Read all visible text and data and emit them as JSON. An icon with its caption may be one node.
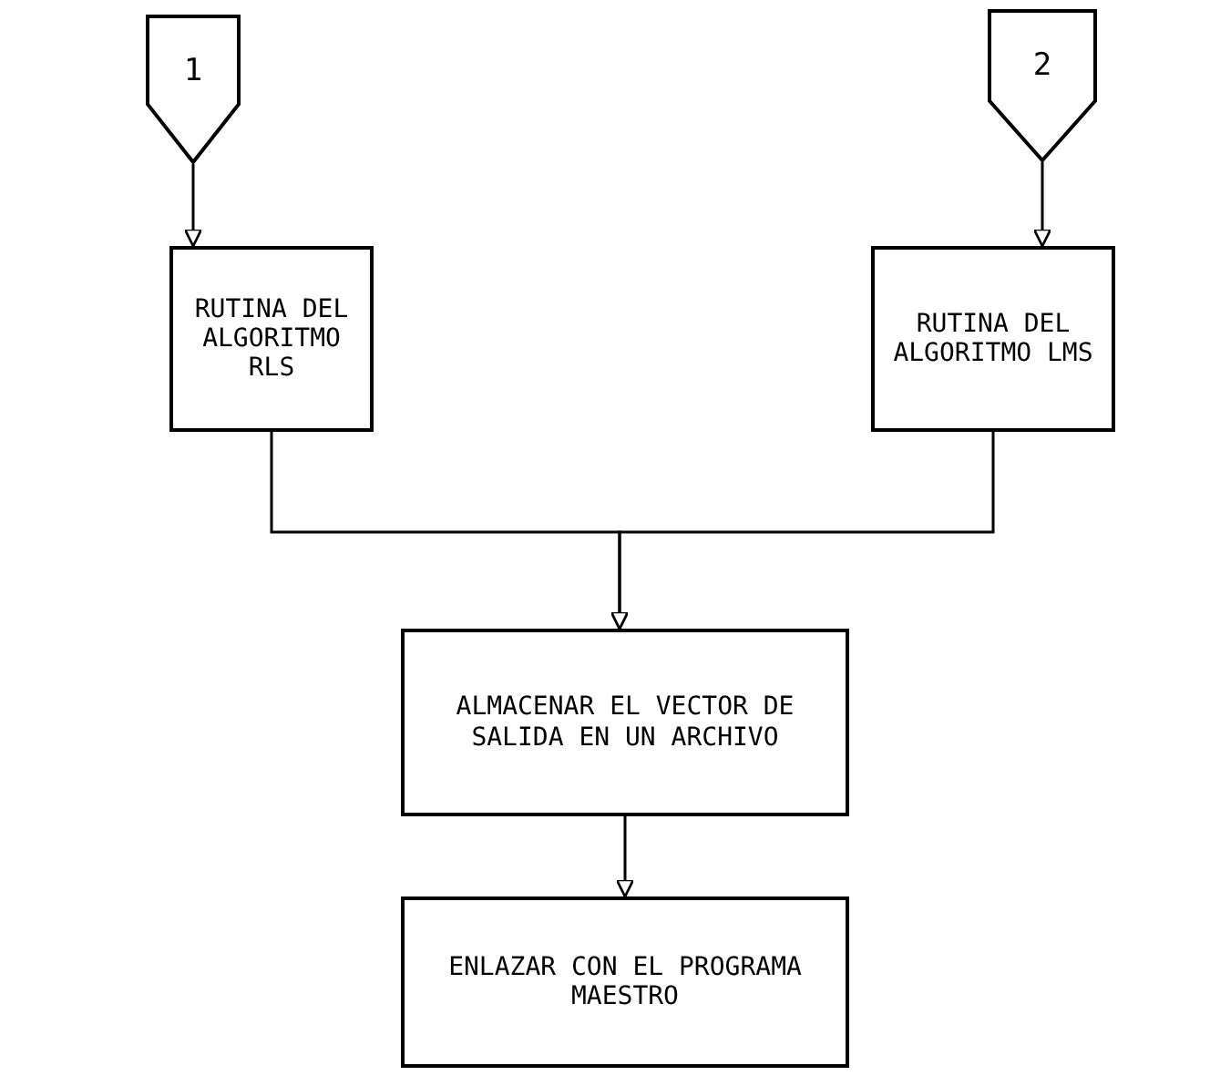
{
  "diagram": {
    "nodes": [
      {
        "text": [
          "1"
        ]
      },
      {
        "text": [
          "RUTINA DEL ALGORITMO RLS"
        ]
      },
      {
        "text": [
          "2"
        ]
      },
      {
        "text": [
          "RUTINA DEL ALGORITMO LMS"
        ]
      },
      {
        "text": [
          "ALMACENAR EL VECTOR DE SALIDA EN UN ARCHIVO"
        ]
      },
      {
        "text": [
          "ENLAZAR CON EL PROGRAMA MAESTRO"
        ]
      }
    ],
    "edges": [
      {
        "from": 0,
        "to": 1,
        "arrow": "to"
      },
      {
        "from": 2,
        "to": 3,
        "arrow": "to"
      },
      {
        "from": 1,
        "to": 4,
        "arrow": "to"
      },
      {
        "from": 3,
        "to": 4,
        "arrow": "to"
      },
      {
        "from": 4,
        "to": 5,
        "arrow": "to"
      }
    ]
  }
}
